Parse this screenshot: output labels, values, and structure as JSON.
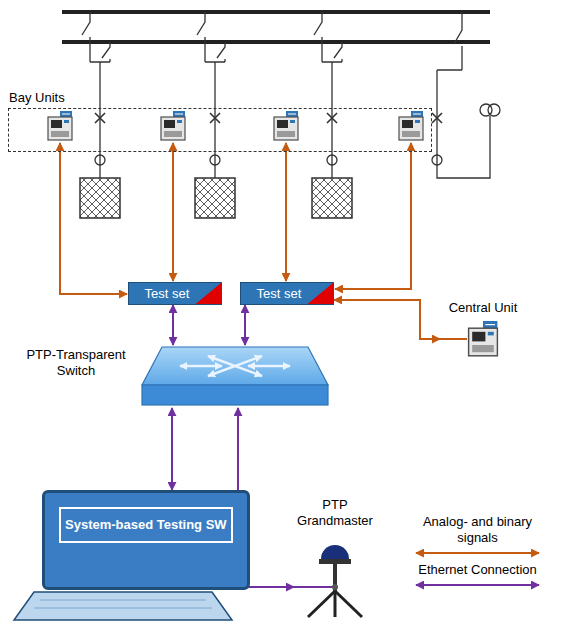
{
  "diagram": {
    "nodes": [
      {
        "text": [
          "Bay Units"
        ]
      },
      {
        "text": [
          "Test set"
        ]
      },
      {
        "text": [
          "Test set"
        ]
      },
      {
        "text": [
          "Central Unit"
        ]
      },
      {
        "text": [
          "PTP-Transparent Switch"
        ]
      },
      {
        "text": [
          "PTP Grandmaster"
        ]
      },
      {
        "text": [
          "System-based Testing SW"
        ]
      }
    ],
    "edges": [
      {
        "from": 1,
        "to": 4,
        "arrow": "both"
      },
      {
        "from": 2,
        "to": 4,
        "arrow": "both"
      },
      {
        "from": 2,
        "to": 3,
        "arrow": "both"
      },
      {
        "from": 4,
        "to": 6,
        "arrow": "both"
      },
      {
        "from": 4,
        "to": 5,
        "arrow": "both"
      }
    ],
    "legend": [
      {
        "text": "Analog- and binary signals"
      },
      {
        "text": "Ethernet Connection"
      }
    ]
  }
}
